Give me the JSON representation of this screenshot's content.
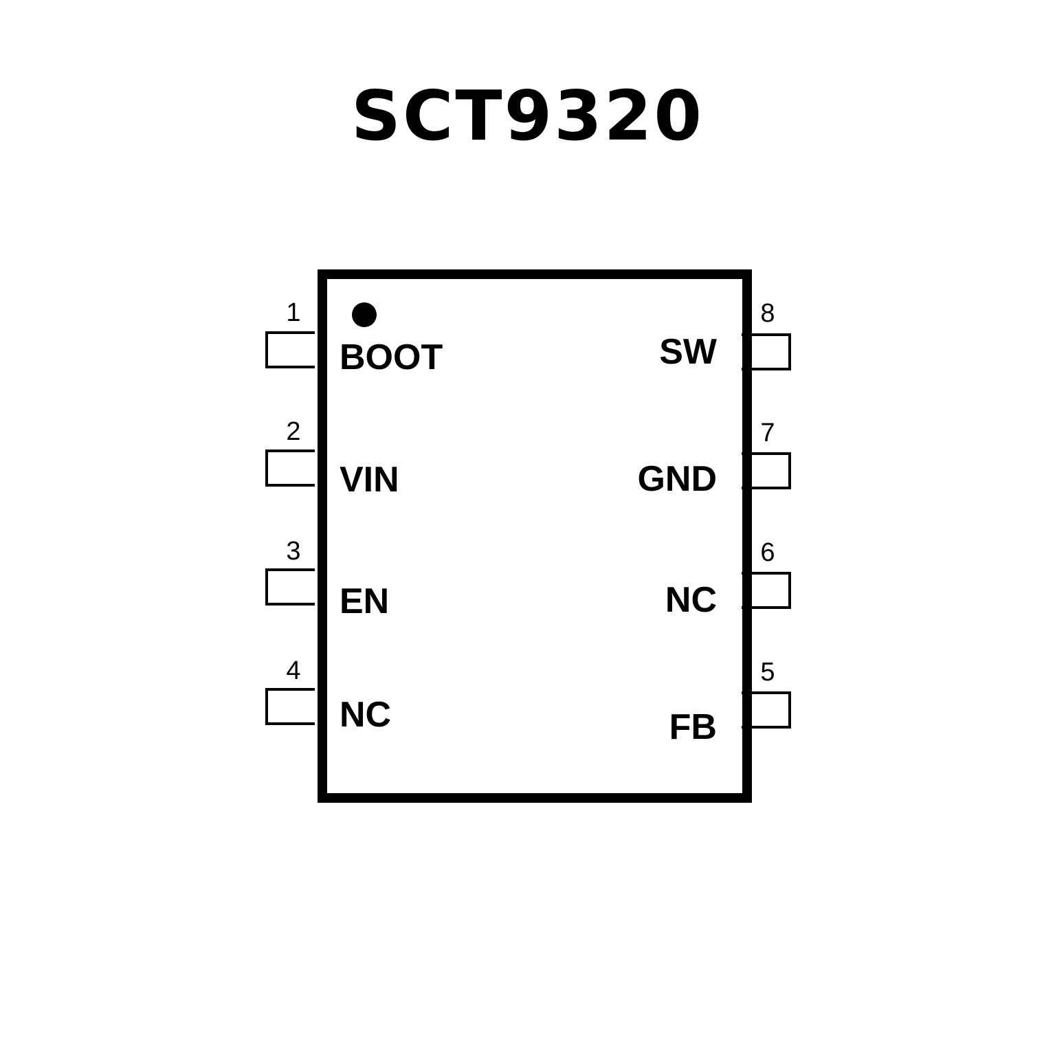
{
  "title": "SCT9320",
  "pins": [
    {
      "num": "1",
      "name": "BOOT"
    },
    {
      "num": "2",
      "name": "VIN"
    },
    {
      "num": "3",
      "name": "EN"
    },
    {
      "num": "4",
      "name": "NC"
    },
    {
      "num": "5",
      "name": "FB"
    },
    {
      "num": "6",
      "name": "NC"
    },
    {
      "num": "7",
      "name": "GND"
    },
    {
      "num": "8",
      "name": "SW"
    }
  ]
}
